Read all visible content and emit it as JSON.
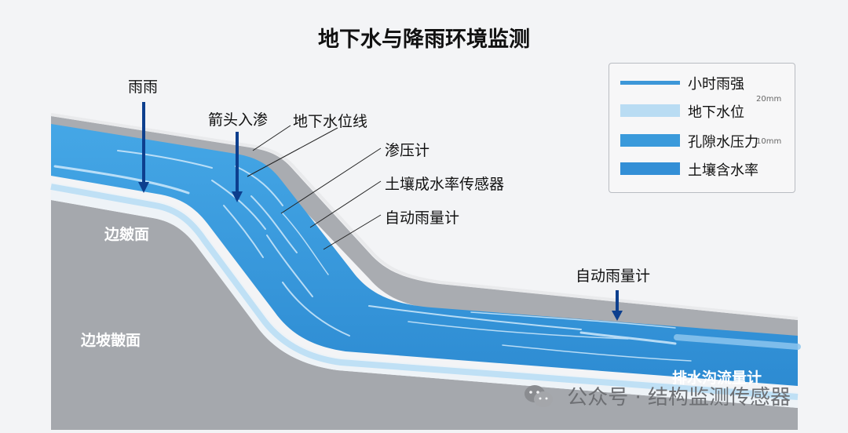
{
  "title": "地下水与降雨环境监测",
  "labels": {
    "rain": "雨雨",
    "arrow_infiltration": "箭头入渗",
    "groundwater_line": "地下水位线",
    "piezometer": "渗压计",
    "soil_moisture_sensor": "土壤成水率传感器",
    "rain_gauge_slope": "自动雨量计",
    "rain_gauge_flat": "自动雨量计",
    "slope_surface": "边皴面",
    "slope_profile": "边坡皵面",
    "drain_flow_meter": "排水沟流量计"
  },
  "legend": {
    "items": [
      {
        "label": "小时雨强",
        "color": "#3d97d8",
        "style": "line"
      },
      {
        "label": "地下水位",
        "color": "#b9dcf3",
        "style": "band"
      },
      {
        "label": "孔隙水压力",
        "color": "#3a9adb",
        "style": "band"
      },
      {
        "label": "土壤含水率",
        "color": "#338fd6",
        "style": "band"
      }
    ],
    "scale_top": "20mm",
    "scale_bottom": "10mm"
  },
  "watermark": "公众号 · 结构监测传感器",
  "colors": {
    "water": "#3a98da",
    "water_light": "#bfe0f5",
    "ground": "#a9acb1",
    "ground_dark": "#8f9297",
    "arrow": "#0d3f8e",
    "background": "#f3f4f6"
  }
}
